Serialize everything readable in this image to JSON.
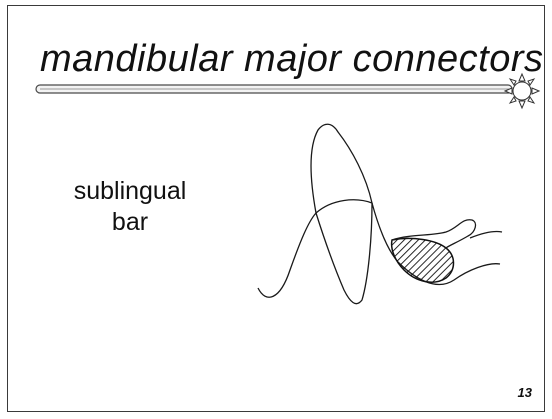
{
  "slide": {
    "title": "mandibular major connectors",
    "label_line1": "sublingual",
    "label_line2": "bar",
    "page_number": "13"
  }
}
